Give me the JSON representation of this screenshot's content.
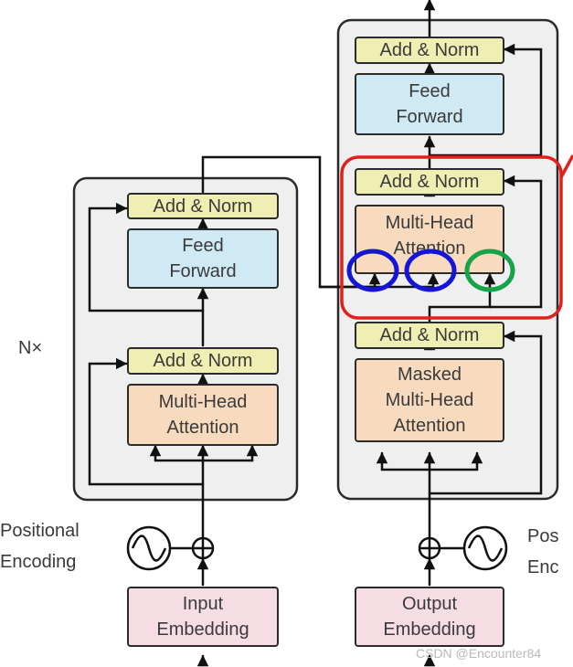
{
  "encoder": {
    "add_norm_top": "Add & Norm",
    "feed_forward": "Feed\nForward",
    "add_norm_bottom": "Add & Norm",
    "multi_head_attention": "Multi-Head\nAttention",
    "repeat_label": "N×",
    "positional_encoding_label": "Positional\nEncoding",
    "embedding": "Input\nEmbedding"
  },
  "decoder": {
    "add_norm_top": "Add & Norm",
    "feed_forward": "Feed\nForward",
    "add_norm_middle": "Add & Norm",
    "cross_attention": "Multi-Head\nAttention",
    "add_norm_bottom": "Add & Norm",
    "masked_attention": "Masked\nMulti-Head\nAttention",
    "positional_encoding_label": "Pos\nEnc",
    "embedding": "Output\nEmbedding"
  },
  "watermark": "CSDN @Encounter84",
  "colors": {
    "add_norm": "#efefb3",
    "feed_forward": "#cfeaf5",
    "attention": "#f8dbbf",
    "embedding": "#f6dde4",
    "stack_background": "#efefef",
    "highlight_red": "#e0201c",
    "circle_blue": "#1515d8",
    "circle_green": "#16a34a"
  }
}
